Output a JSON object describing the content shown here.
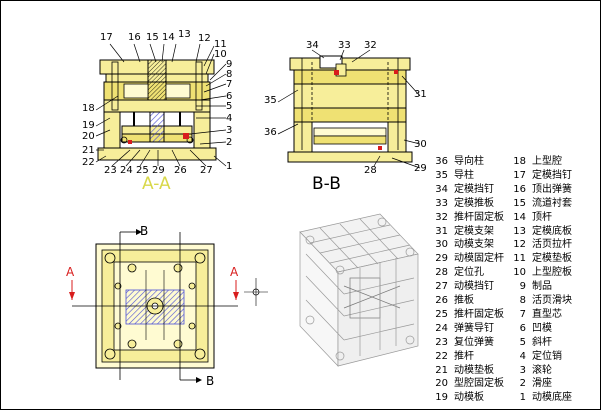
{
  "colors": {
    "plate_fill": "#f7ee9a",
    "plate_fill_dark": "#efe173",
    "line": "#000000",
    "red_mark": "#d81c1c",
    "cyan_line": "#13b8c4",
    "blue_hatch": "#4b4fd6",
    "gray_iso": "#9a9a9a",
    "title_color": "#d8d84a"
  },
  "views": {
    "aa": {
      "title": "A-A",
      "callouts_top": [
        "17",
        "16",
        "15",
        "14",
        "13",
        "12",
        "11",
        "10"
      ],
      "callouts_right": [
        "9",
        "8",
        "7",
        "6",
        "5",
        "4",
        "3",
        "2",
        "1"
      ],
      "callouts_left": [
        "18",
        "19",
        "20",
        "21",
        "22"
      ],
      "callouts_bottom": [
        "23",
        "24",
        "25",
        "29",
        "26",
        "27"
      ]
    },
    "bb": {
      "title": "B-B",
      "callouts_top": [
        "34",
        "33",
        "32"
      ],
      "callouts_right": [
        "31",
        "30",
        "29",
        "28"
      ],
      "callouts_left": [
        "35",
        "36"
      ]
    },
    "plan": {
      "marker_a": "A",
      "marker_b": "B"
    }
  },
  "legend": {
    "left": [
      {
        "num": "36",
        "label": "导向柱"
      },
      {
        "num": "35",
        "label": "导柱"
      },
      {
        "num": "34",
        "label": "定模挡钉"
      },
      {
        "num": "33",
        "label": "定模推板"
      },
      {
        "num": "32",
        "label": "推杆固定板"
      },
      {
        "num": "31",
        "label": "定模支架"
      },
      {
        "num": "30",
        "label": "动模支架"
      },
      {
        "num": "29",
        "label": "动模固定杆"
      },
      {
        "num": "28",
        "label": "定位孔"
      },
      {
        "num": "27",
        "label": "动模挡钉"
      },
      {
        "num": "26",
        "label": "推板"
      },
      {
        "num": "25",
        "label": "推杆固定板"
      },
      {
        "num": "24",
        "label": "弹簧导钉"
      },
      {
        "num": "23",
        "label": "复位弹簧"
      },
      {
        "num": "22",
        "label": "推杆"
      },
      {
        "num": "21",
        "label": "动模垫板"
      },
      {
        "num": "20",
        "label": "型腔固定板"
      },
      {
        "num": "19",
        "label": "动模板"
      }
    ],
    "right": [
      {
        "num": "18",
        "label": "上型腔"
      },
      {
        "num": "17",
        "label": "定模挡钉"
      },
      {
        "num": "16",
        "label": "顶出弹簧"
      },
      {
        "num": "15",
        "label": "流道衬套"
      },
      {
        "num": "14",
        "label": "顶杆"
      },
      {
        "num": "13",
        "label": "定模底板"
      },
      {
        "num": "12",
        "label": "活页拉杆"
      },
      {
        "num": "11",
        "label": "定模垫板"
      },
      {
        "num": "10",
        "label": "上型腔板"
      },
      {
        "num": "9",
        "label": "制品"
      },
      {
        "num": "8",
        "label": "活页滑块"
      },
      {
        "num": "7",
        "label": "直型芯"
      },
      {
        "num": "6",
        "label": "凹模"
      },
      {
        "num": "5",
        "label": "斜杆"
      },
      {
        "num": "4",
        "label": "定位销"
      },
      {
        "num": "3",
        "label": "滚轮"
      },
      {
        "num": "2",
        "label": "滑座"
      },
      {
        "num": "1",
        "label": "动模底座"
      }
    ]
  }
}
